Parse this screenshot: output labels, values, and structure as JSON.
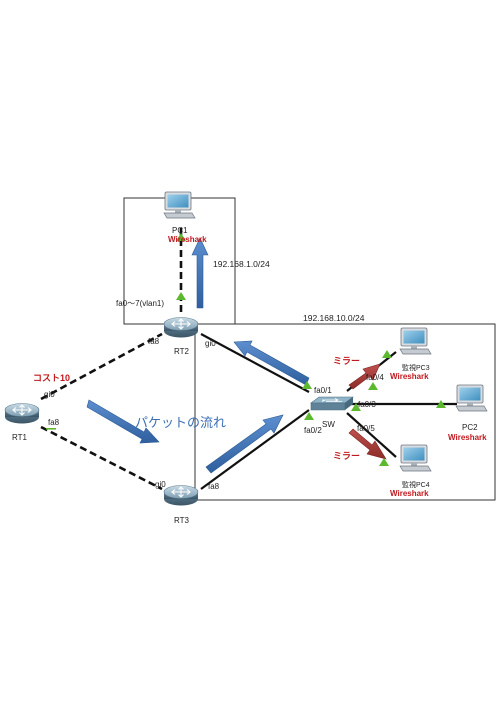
{
  "devices": {
    "rt1": "RT1",
    "rt2": "RT2",
    "rt3": "RT3",
    "sw": "SW",
    "pc1": "PC1",
    "pc2": "PC2",
    "pc3": "監視PC3",
    "pc4": "監視PC4"
  },
  "networks": {
    "net1": "192.168.1.0/24",
    "net10": "192.168.10.0/24"
  },
  "ports": {
    "rt2_fa0_7": "fa0〜7(vlan1)",
    "rt2_fa8": "fa8",
    "rt2_gi0": "gi0",
    "rt1_gi0": "gi0",
    "rt1_fa8": "fa8",
    "rt3_gi0": "gi0",
    "rt3_fa8": "fa8",
    "sw_fa0_1": "fa0/1",
    "sw_fa0_2": "fa0/2",
    "sw_fa0_3": "fa0/3",
    "sw_fa0_4": "fa0/4",
    "sw_fa0_5": "fa0/5"
  },
  "annotations": {
    "cost": "コスト10",
    "packet_flow": "パケットの流れ",
    "mirror_top": "ミラー",
    "mirror_bottom": "ミラー",
    "wireshark_pc1": "Wireshark",
    "wireshark_pc2": "Wireshark",
    "wireshark_pc3": "Wireshark",
    "wireshark_pc4": "Wireshark"
  },
  "colors": {
    "flow_arrow": "#3d6fb5",
    "mirror_arrow": "#a83a33",
    "wireshark_text": "#c0191e",
    "port_up": "#5cb82f"
  }
}
